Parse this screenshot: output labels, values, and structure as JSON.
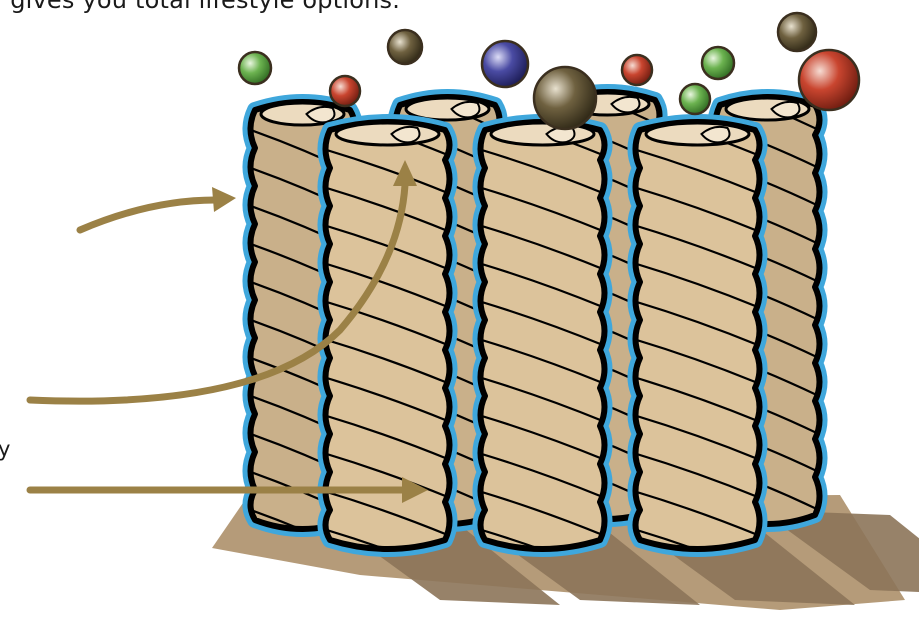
{
  "header": {
    "text": "y gives you total lifestyle options."
  },
  "side_label": {
    "text": "y"
  },
  "colors": {
    "fiber": "#dcc39b",
    "fiber_back": "#c9b08a",
    "fiber_top": "#ecdbbf",
    "outline": "#000000",
    "coating": "#3fa7dc",
    "shadow": "#8c7459",
    "shadow_light": "#b59b79",
    "arrow": "#9b8146"
  },
  "particles": [
    {
      "color": "green",
      "hex": "#6cb350"
    },
    {
      "color": "red",
      "hex": "#c9452f"
    },
    {
      "color": "brown",
      "hex": "#6f6140"
    },
    {
      "color": "purple",
      "hex": "#4a4ba3"
    },
    {
      "color": "brown",
      "hex": "#6f6140"
    },
    {
      "color": "red",
      "hex": "#c9452f"
    },
    {
      "color": "green",
      "hex": "#6cb350"
    },
    {
      "color": "brown",
      "hex": "#6f6140"
    },
    {
      "color": "red",
      "hex": "#c9452f"
    },
    {
      "color": "green",
      "hex": "#6cb350"
    }
  ]
}
